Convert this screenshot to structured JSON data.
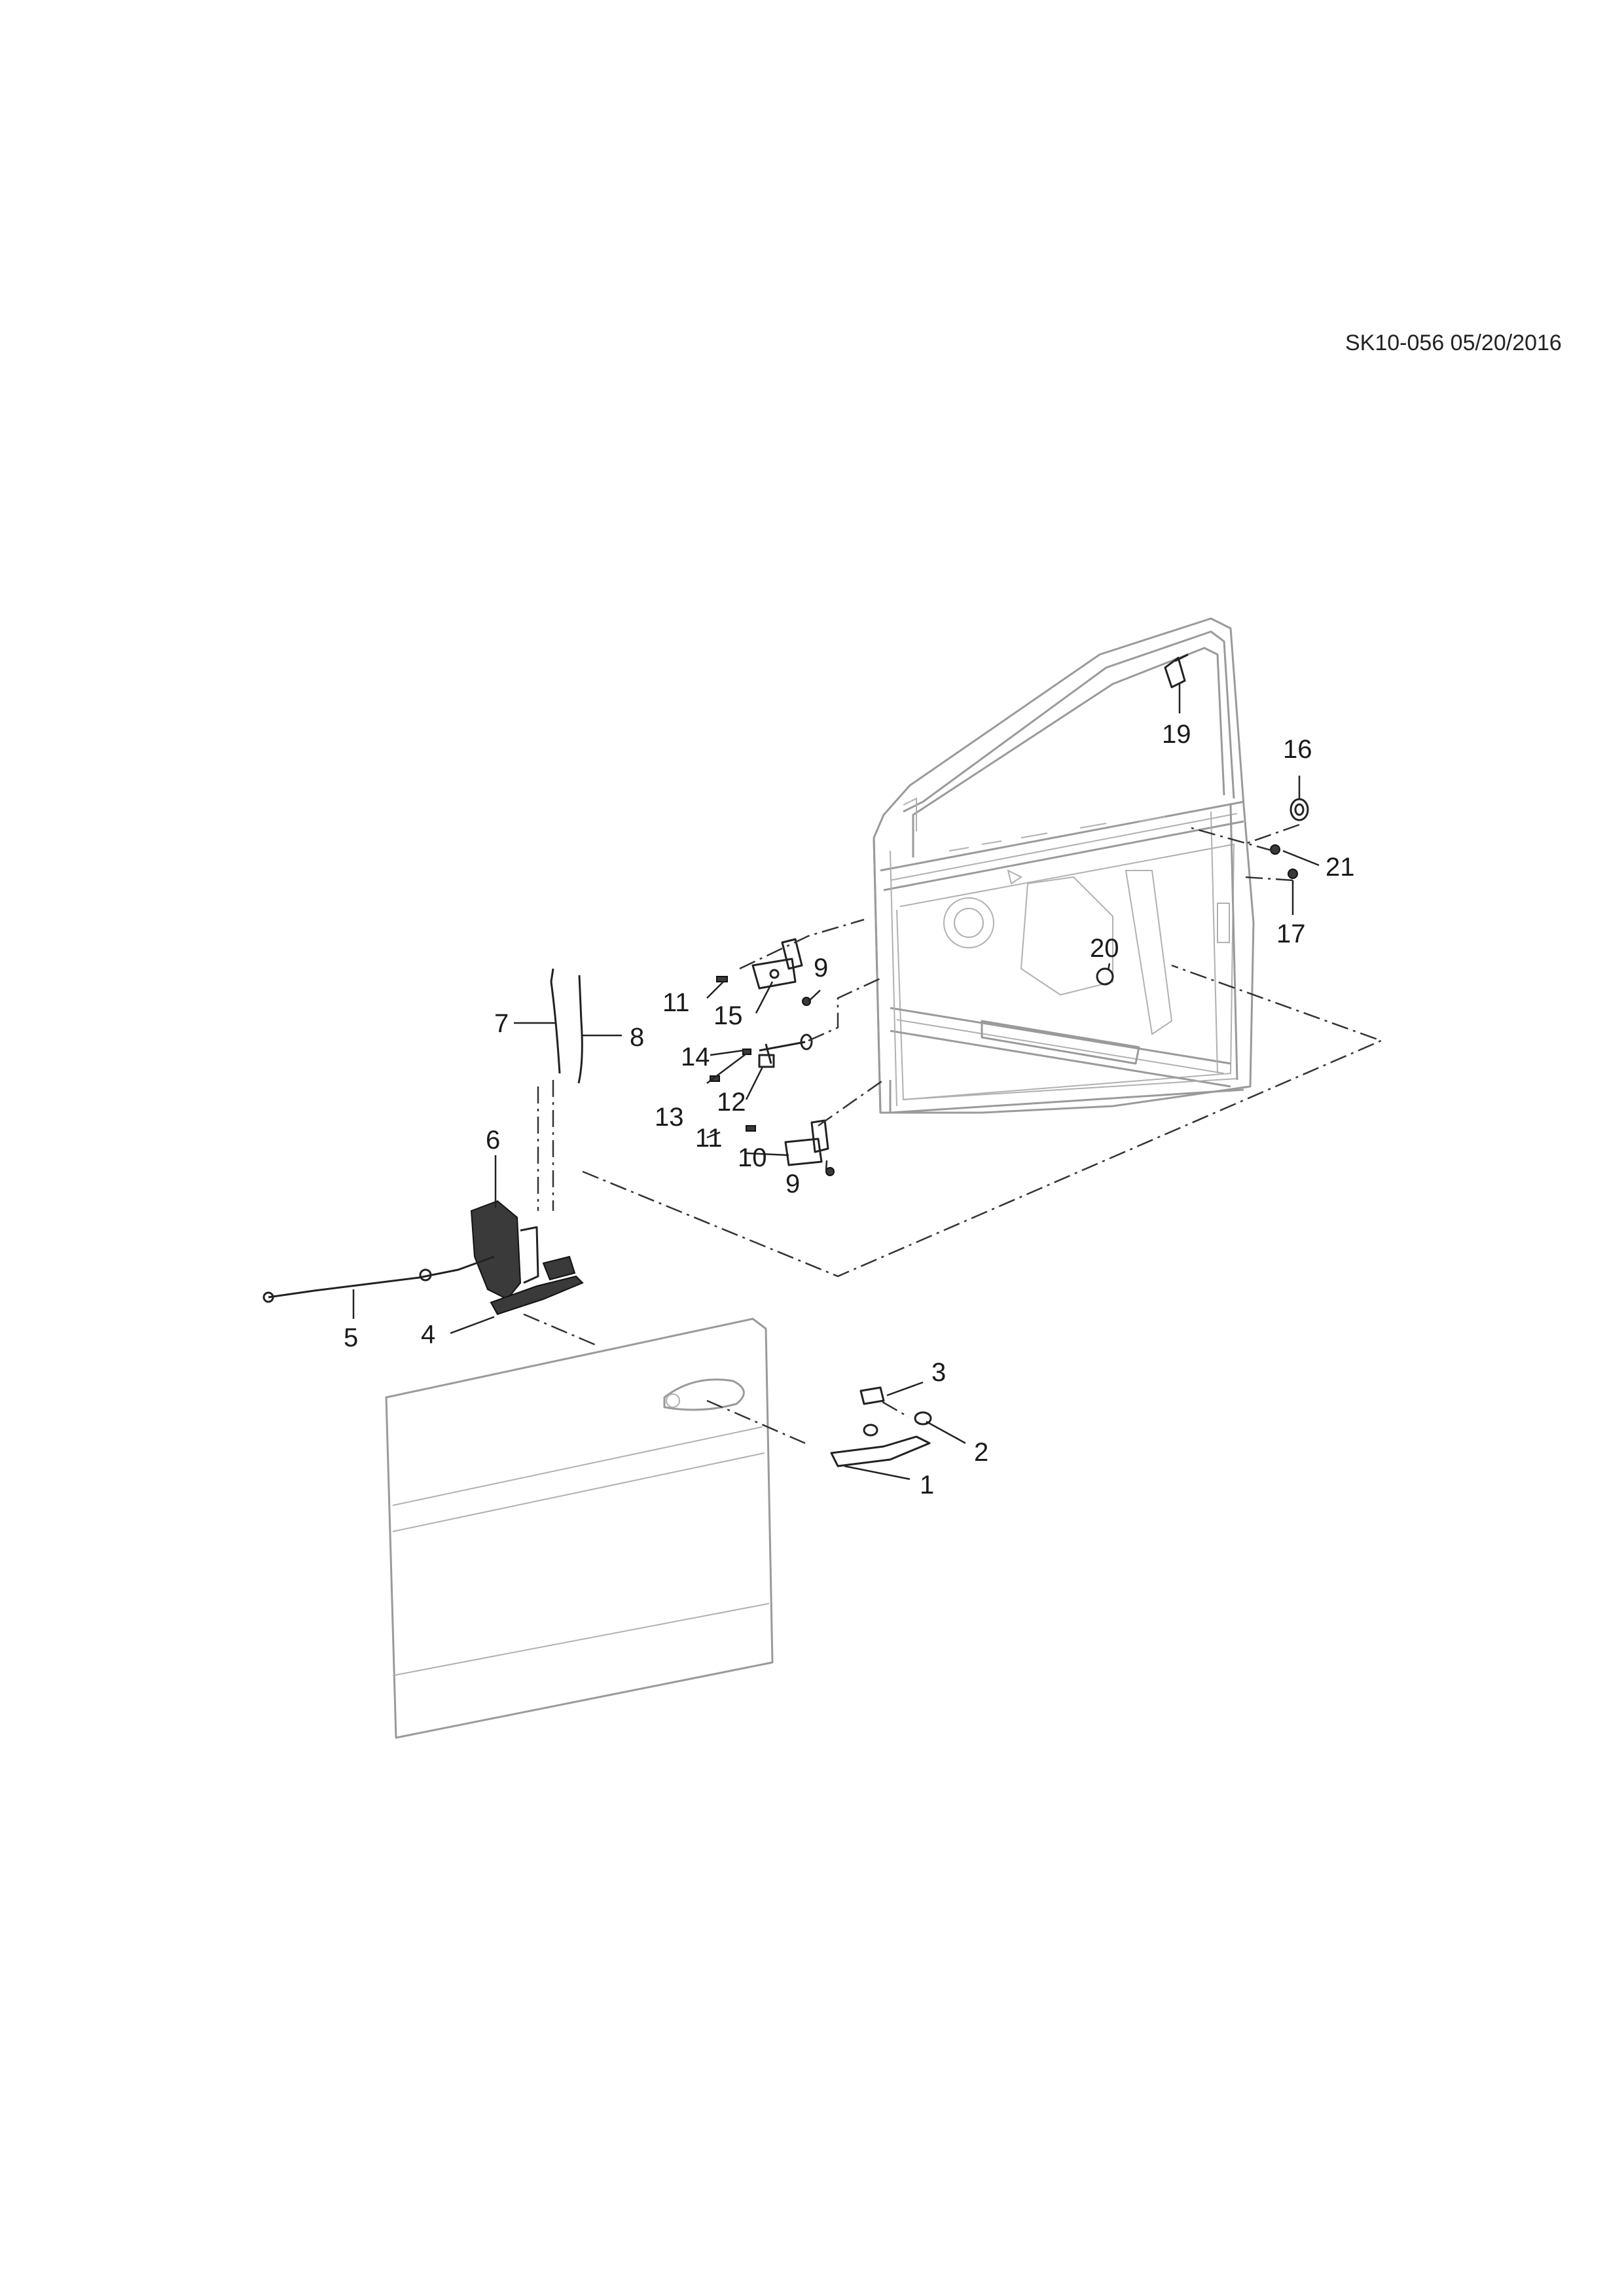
{
  "drawing": {
    "reference_code": "SK10-056 05/20/2016"
  },
  "callouts": {
    "c1": "1",
    "c2": "2",
    "c3": "3",
    "c4": "4",
    "c5": "5",
    "c6": "6",
    "c7": "7",
    "c8": "8",
    "c9a": "9",
    "c9b": "9",
    "c10": "10",
    "c11a": "11",
    "c11b": "11",
    "c12": "12",
    "c13": "13",
    "c14": "14",
    "c15": "15",
    "c16": "16",
    "c17": "17",
    "c19": "19",
    "c20": "20",
    "c21": "21"
  }
}
